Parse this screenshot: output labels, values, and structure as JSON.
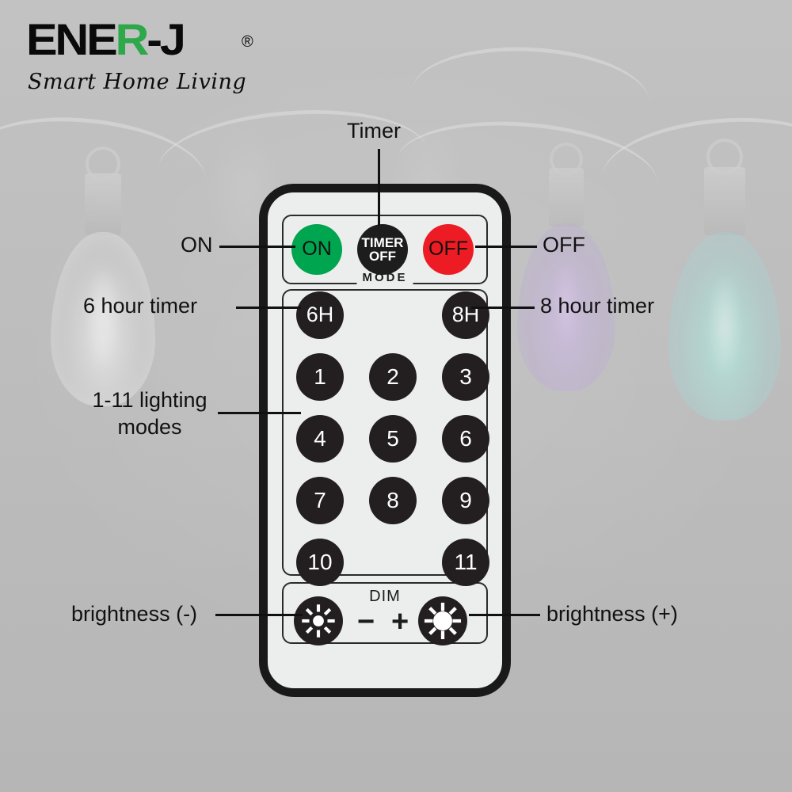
{
  "brand": {
    "name_part1": "ENE",
    "name_part_green": "R",
    "name_part3": "-J",
    "registered": "®",
    "tagline": "Smart Home Living",
    "logo_black": "#0a0a0a",
    "logo_green": "#2da84a"
  },
  "remote": {
    "top_row": [
      {
        "label": "ON",
        "name": "on-button",
        "color": "#00a550"
      },
      {
        "label_line1": "TIMER",
        "label_line2": "OFF",
        "name": "timer-off-button",
        "color": "#1d1d1d"
      },
      {
        "label": "OFF",
        "name": "off-button",
        "color": "#ed1c24"
      }
    ],
    "mode_label": "MODE",
    "timer_buttons": [
      {
        "label": "6H",
        "name": "six-hour-button"
      },
      {
        "label": "8H",
        "name": "eight-hour-button"
      }
    ],
    "mode_buttons": [
      "1",
      "2",
      "3",
      "4",
      "5",
      "6",
      "7",
      "8",
      "9",
      "10",
      "11"
    ],
    "dim_label": "DIM",
    "dim_minus_sign": "−",
    "dim_plus_sign": "+",
    "dim_buttons": [
      {
        "name": "brightness-down-button",
        "icon": "sun-small-icon"
      },
      {
        "name": "brightness-up-button",
        "icon": "sun-large-icon"
      }
    ],
    "body_color": "#eceded",
    "border_color": "#191919",
    "button_color": "#231f20"
  },
  "callouts": {
    "timer": "Timer",
    "on": "ON",
    "off": "OFF",
    "six_hour": "6 hour timer",
    "eight_hour": "8 hour timer",
    "modes_line1": "1-11 lighting",
    "modes_line2": "modes",
    "brightness_minus": "brightness (-)",
    "brightness_plus": "brightness (+)"
  },
  "background": {
    "base_color": "#bcbcbc",
    "description": "faded string light bulbs"
  }
}
